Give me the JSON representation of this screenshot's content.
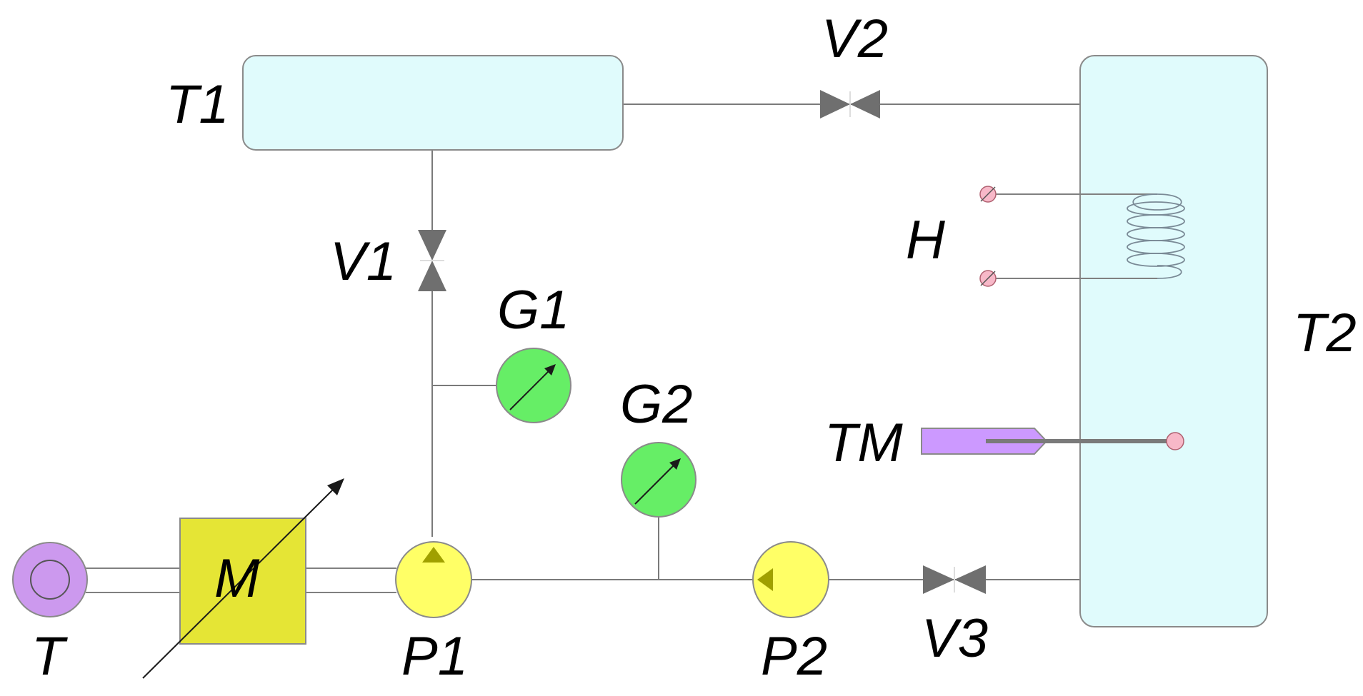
{
  "labels": {
    "T1": "T1",
    "T2": "T2",
    "V1": "V1",
    "V2": "V2",
    "V3": "V3",
    "G1": "G1",
    "G2": "G2",
    "H": "H",
    "TM": "TM",
    "M": "M",
    "T": "T",
    "P1": "P1",
    "P2": "P2"
  },
  "colors": {
    "tank_fill": "#e0fbfc",
    "tank_stroke": "#8a8a8a",
    "gauge_fill": "#66ee66",
    "pump_fill": "#ffff66",
    "motor_fill": "#e5e535",
    "turbine_fill": "#cc99ee",
    "thermometer_fill": "#cc99ff",
    "heater_terminal_fill": "#f7b8c8",
    "valve_fill": "#6f6f6f",
    "pipe": "#7a7a7a"
  }
}
